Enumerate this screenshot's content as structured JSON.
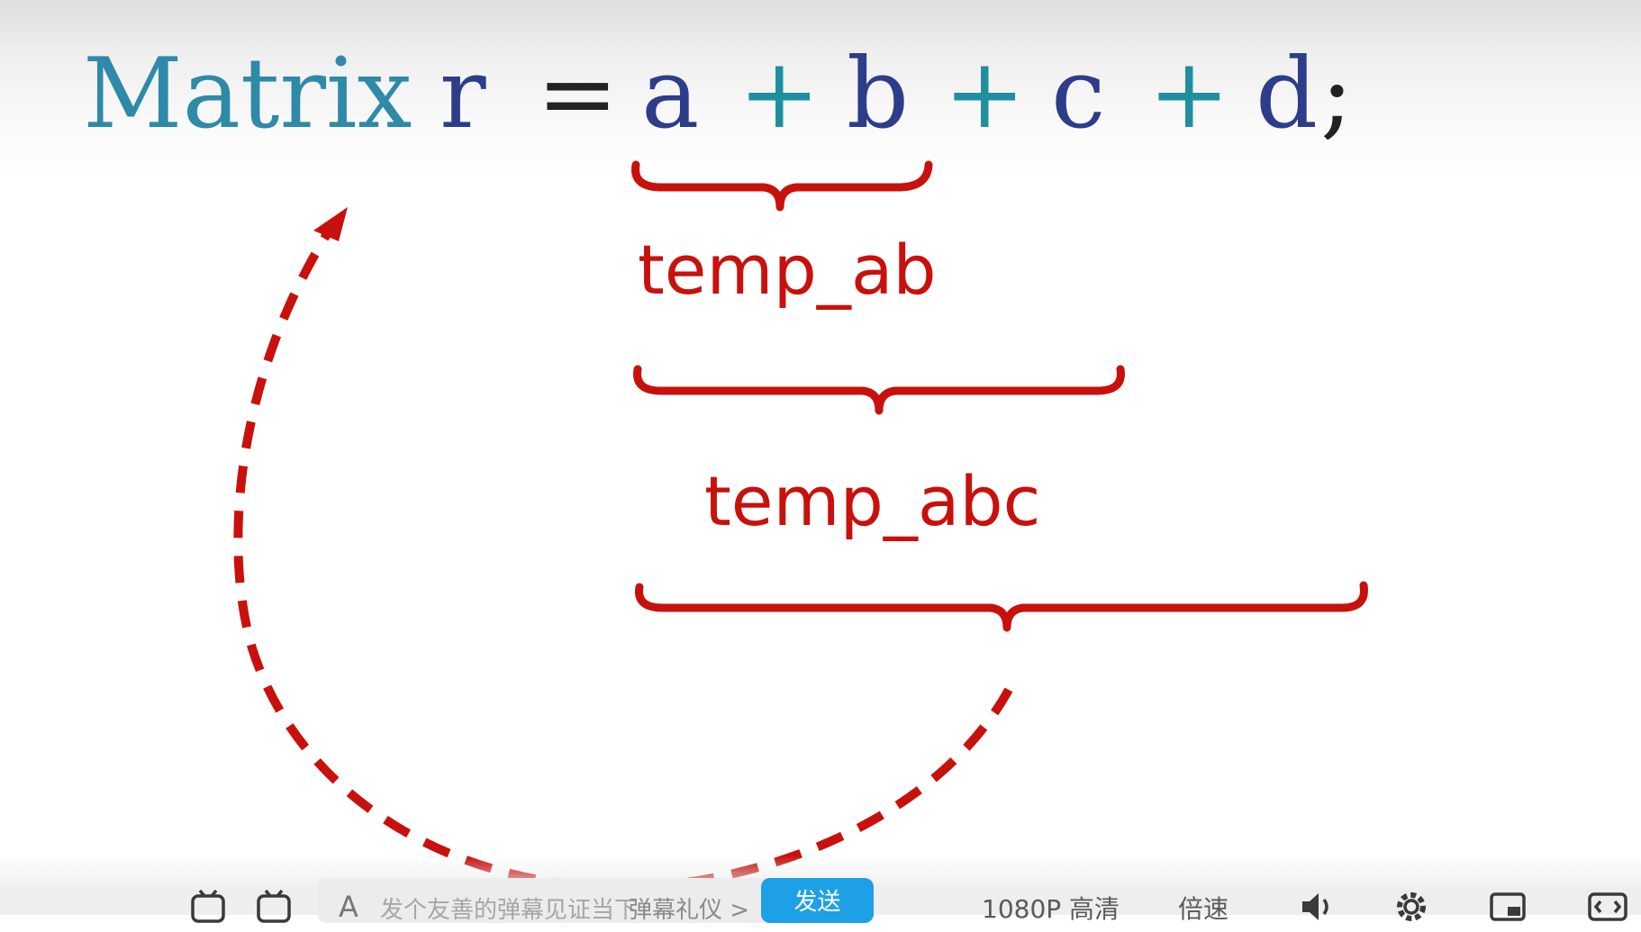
{
  "code": {
    "tokens": [
      {
        "text": "Matrix",
        "color": "#2e8aa8"
      },
      {
        "text": "r",
        "color": "#2d3d8a"
      },
      {
        "text": "=",
        "color": "#222222"
      },
      {
        "text": "a",
        "color": "#2d3d8a"
      },
      {
        "text": "+",
        "color": "#1f8fa0"
      },
      {
        "text": "b",
        "color": "#2d3d8a"
      },
      {
        "text": "+",
        "color": "#1f8fa0"
      },
      {
        "text": "c",
        "color": "#2d3d8a"
      },
      {
        "text": "+",
        "color": "#1f8fa0"
      },
      {
        "text": "d",
        "color": "#2d3d8a"
      },
      {
        "text": ";",
        "color": "#222222"
      }
    ]
  },
  "annotations": {
    "label_ab": "temp_ab",
    "label_abc": "temp_abc",
    "color": "#c8110c"
  },
  "player": {
    "danmaku_placeholder": "发个友善的弹幕见证当下",
    "danmaku_etiquette": "弹幕礼仪 >",
    "send_label": "发送",
    "quality_label": "1080P 高清",
    "speed_label": "倍速",
    "accent": "#1ea0e6",
    "icons": [
      "danmaku-toggle-icon",
      "danmaku-settings-icon",
      "font-style-icon",
      "volume-icon",
      "settings-icon",
      "picture-in-picture-icon",
      "widescreen-icon"
    ]
  }
}
